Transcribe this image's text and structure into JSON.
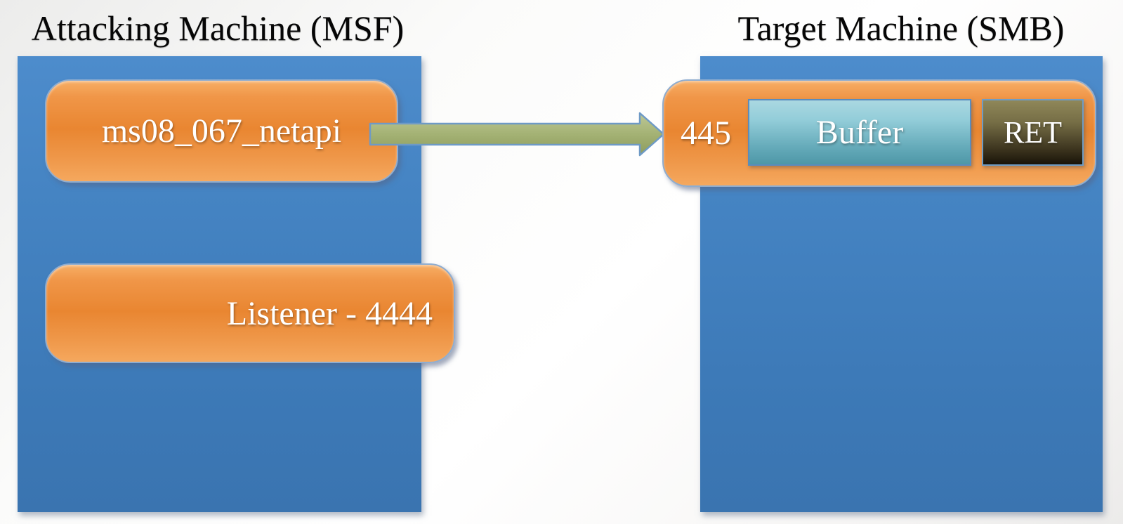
{
  "left_machine": {
    "title": "Attacking Machine (MSF)",
    "exploit_box_label": "ms08_067_netapi",
    "listener_box_label": "Listener - 4444"
  },
  "right_machine": {
    "title": "Target Machine (SMB)",
    "port_label": "445",
    "buffer_label": "Buffer",
    "ret_label": "RET"
  },
  "connection": {
    "arrow_direction": "left-to-right",
    "from": "ms08_067_netapi",
    "to": "445"
  },
  "colors": {
    "machine_fill_blue": "#3d7ab8",
    "box_fill_orange": "#e98631",
    "arrow_fill_olive": "#a4b274",
    "buffer_fill_teal": "#6fb3c2",
    "ret_fill_dark": "#3a321d",
    "shape_border_blue": "#6e9ac6",
    "background": "#f2f1f0",
    "title_text": "#060606",
    "box_text": "#ffffff"
  }
}
